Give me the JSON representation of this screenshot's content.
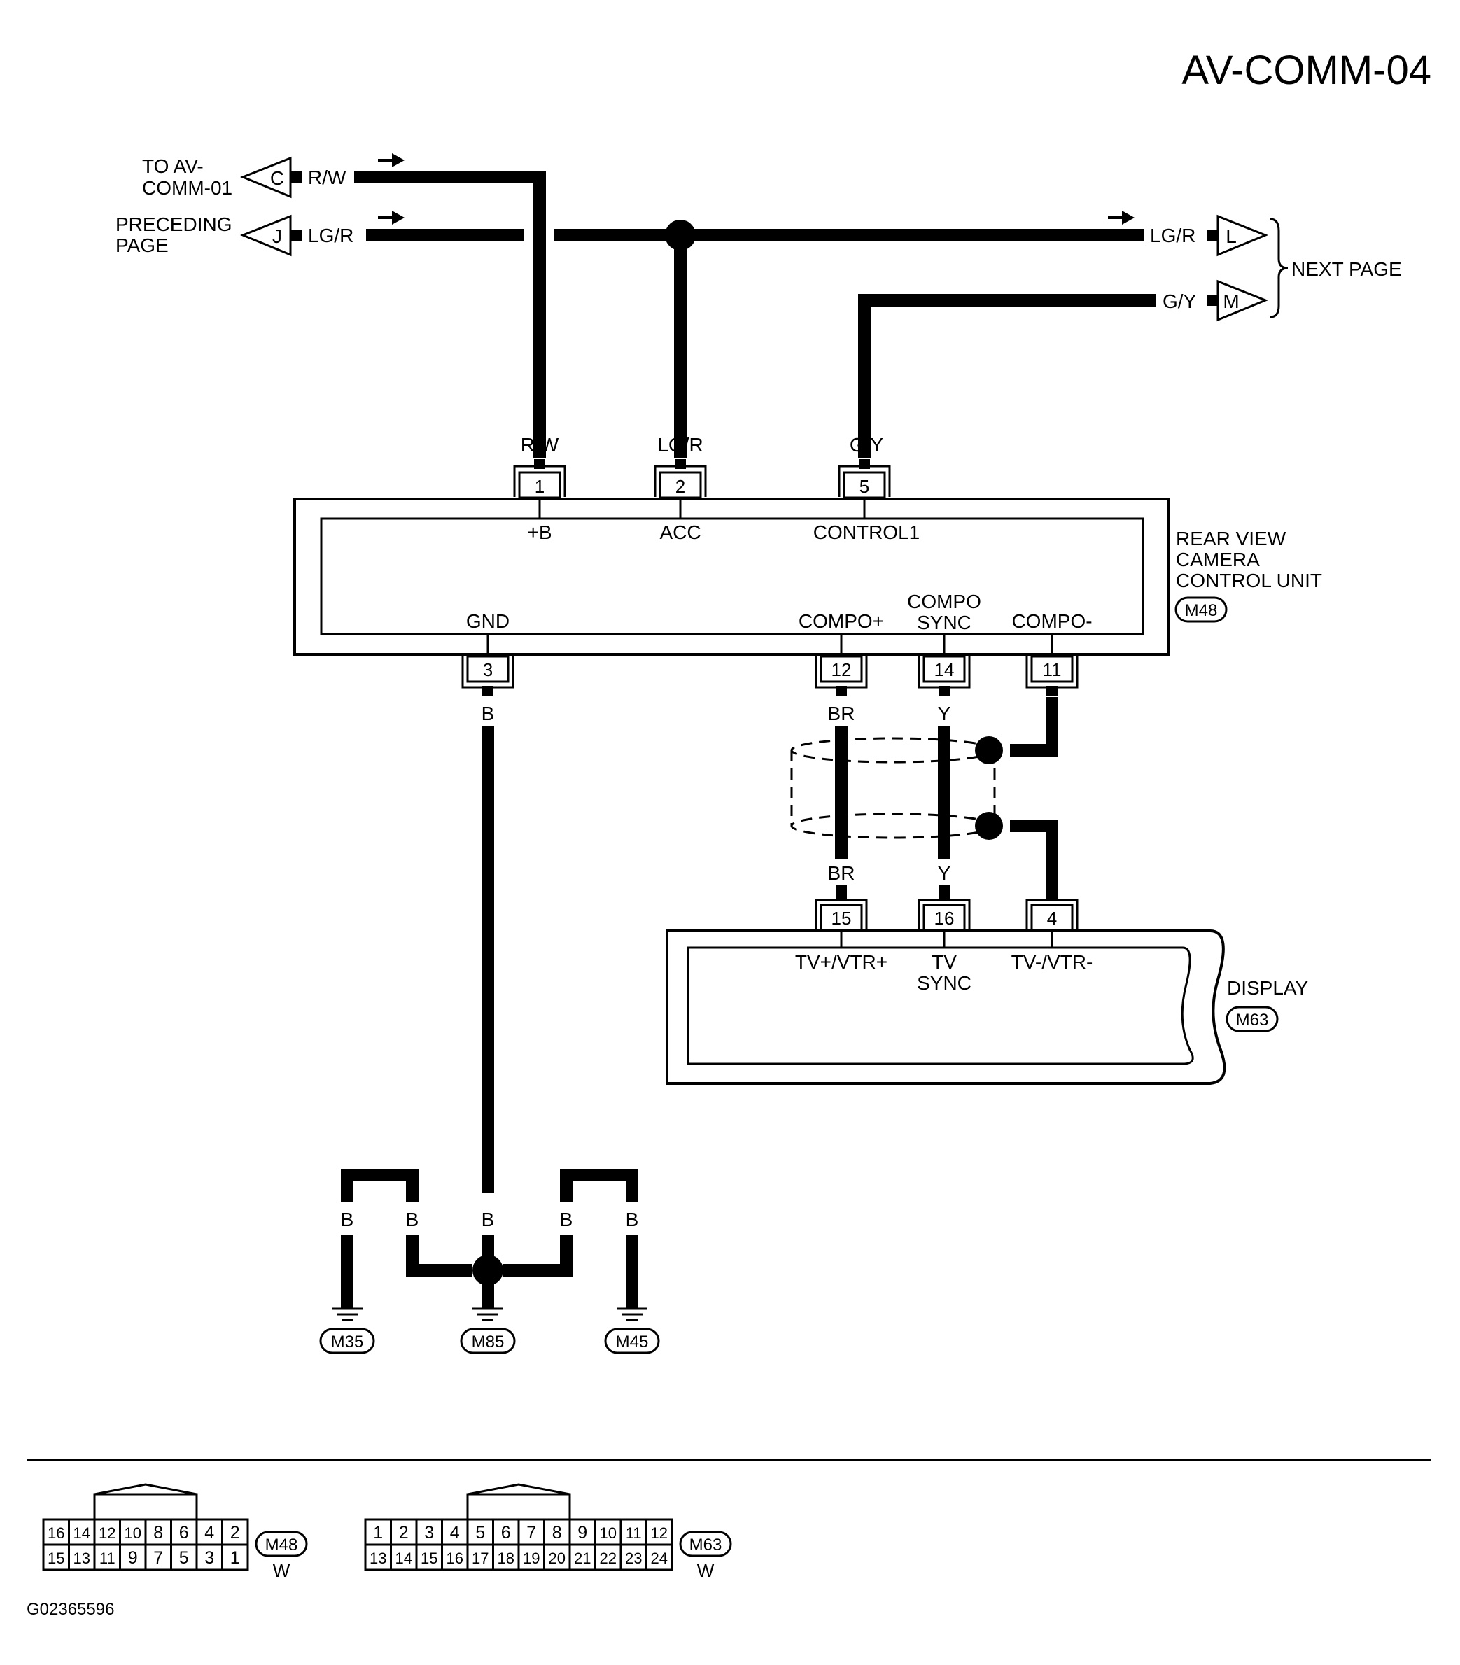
{
  "title": "AV-COMM-04",
  "figure_id": "G02365596",
  "colors": {
    "ink": "#000000",
    "paper": "#ffffff"
  },
  "offpage": {
    "to_av_comm": {
      "text_lines": [
        "TO AV-",
        "COMM-01"
      ],
      "letter": "C",
      "wire": "R/W"
    },
    "preceding": {
      "text_lines": [
        "PRECEDING",
        "PAGE"
      ],
      "letter": "J",
      "wire": "LG/R"
    },
    "next_l": {
      "letter": "L",
      "wire": "LG/R"
    },
    "next_m": {
      "letter": "M",
      "wire": "G/Y"
    },
    "next_page": "NEXT PAGE"
  },
  "control_unit": {
    "name_lines": [
      "REAR VIEW",
      "CAMERA",
      "CONTROL UNIT"
    ],
    "connector": "M48",
    "top_pins": [
      {
        "pin": "1",
        "wire": "R/W",
        "function": "+B"
      },
      {
        "pin": "2",
        "wire": "LG/R",
        "function": "ACC"
      },
      {
        "pin": "5",
        "wire": "G/Y",
        "function": "CONTROL1"
      }
    ],
    "bottom_pins": [
      {
        "pin": "3",
        "wire": "B",
        "function": "GND"
      },
      {
        "pin": "12",
        "wire": "BR",
        "function": "COMPO+"
      },
      {
        "pin": "14",
        "wire": "Y",
        "function_lines": [
          "COMPO",
          "SYNC"
        ]
      },
      {
        "pin": "11",
        "wire": "",
        "function": "COMPO-"
      }
    ]
  },
  "display": {
    "name": "DISPLAY",
    "connector": "M63",
    "pins": [
      {
        "pin": "15",
        "wire": "BR",
        "function_lines": [
          "TV+/VTR+"
        ]
      },
      {
        "pin": "16",
        "wire": "Y",
        "function_lines": [
          "TV",
          "SYNC"
        ]
      },
      {
        "pin": "4",
        "wire": "",
        "function_lines": [
          "TV-/VTR-"
        ]
      }
    ]
  },
  "grounds": {
    "wire_labels": [
      "B",
      "B",
      "B",
      "B",
      "B"
    ],
    "points": [
      "M35",
      "M85",
      "M45"
    ]
  },
  "connector_views": [
    {
      "id": "M48",
      "color": "W",
      "rows": [
        [
          "16",
          "14",
          "12",
          "10",
          "8",
          "6",
          "4",
          "2"
        ],
        [
          "15",
          "13",
          "11",
          "9",
          "7",
          "5",
          "3",
          "1"
        ]
      ]
    },
    {
      "id": "M63",
      "color": "W",
      "rows": [
        [
          "1",
          "2",
          "3",
          "4",
          "5",
          "6",
          "7",
          "8",
          "9",
          "10",
          "11",
          "12"
        ],
        [
          "13",
          "14",
          "15",
          "16",
          "17",
          "18",
          "19",
          "20",
          "21",
          "22",
          "23",
          "24"
        ]
      ]
    }
  ]
}
